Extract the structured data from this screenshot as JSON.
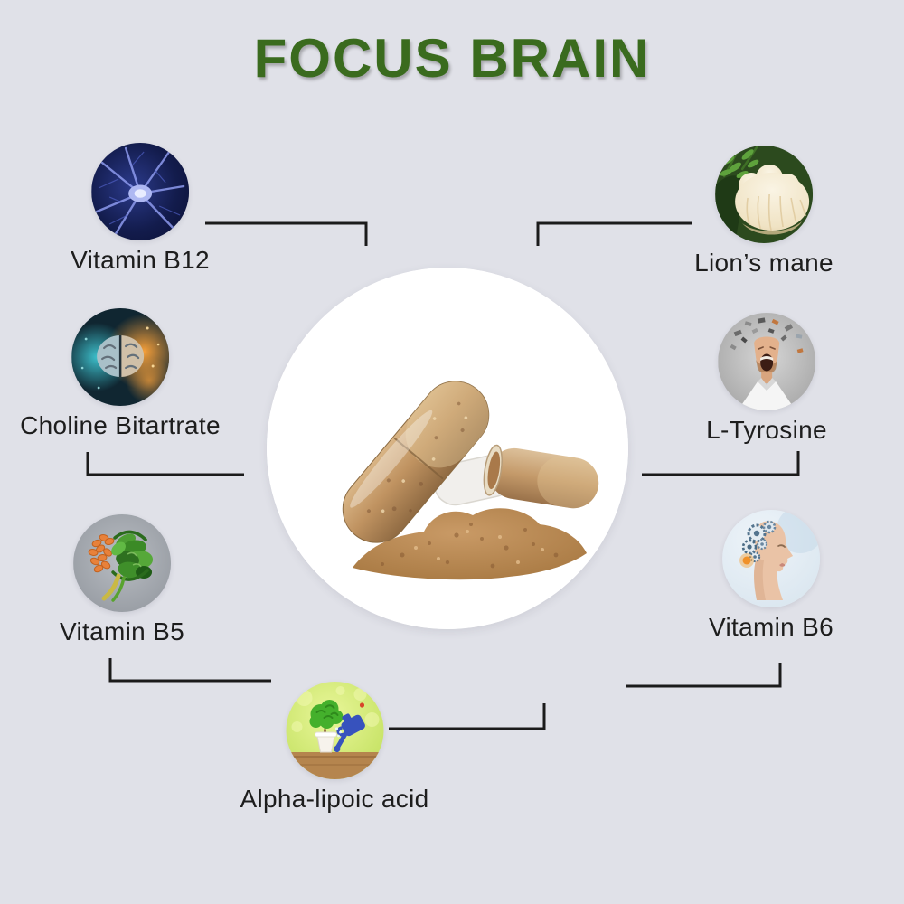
{
  "title": "FOCUS BRAIN",
  "colors": {
    "background": "#e0e1e8",
    "title_green": "#3a6b1e",
    "connector_line": "#1b1b1b",
    "label_text": "#1d1d1d",
    "center_circle": "#ffffff",
    "capsule_bronze": "#c8a271",
    "powder_brown": "#b8864f"
  },
  "center": {
    "icon": "capsules-powder-photo"
  },
  "ingredients": [
    {
      "label": "Vitamin B12",
      "icon": "neuron-photo"
    },
    {
      "label": "Lion’s mane",
      "icon": "lions-mane-mushroom-photo"
    },
    {
      "label": "Choline Bitartrate",
      "icon": "brain-halves-photo"
    },
    {
      "label": "L-Tyrosine",
      "icon": "exploding-head-photo"
    },
    {
      "label": "Vitamin B5",
      "icon": "vegetable-brain-photo"
    },
    {
      "label": "Vitamin B6",
      "icon": "gears-head-profile-photo"
    },
    {
      "label": "Alpha-lipoic acid",
      "icon": "brain-tree-watering-photo"
    }
  ]
}
